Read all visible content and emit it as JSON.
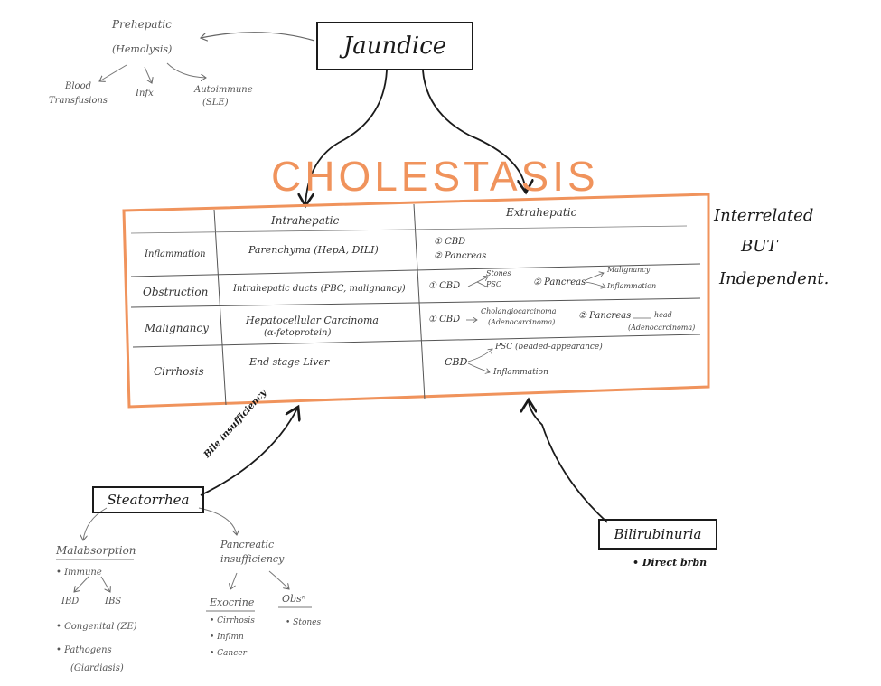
{
  "jaundice": {
    "label": "Jaundice",
    "prehepatic": {
      "title": "Prehepatic",
      "subtitle": "(Hemolysis)",
      "causes": [
        {
          "line1": "Blood",
          "line2": "Transfusions"
        },
        {
          "line1": "Infx",
          "line2": ""
        },
        {
          "line1": "Autoimmune",
          "line2": "(SLE)"
        }
      ]
    }
  },
  "cholestasis": {
    "title": "CHOLESTASIS",
    "columns": [
      "Intrahepatic",
      "Extrahepatic"
    ],
    "rows": [
      {
        "label": "Inflammation",
        "intra": "Parenchyma (HepA, DILI)",
        "extra_1": "① CBD",
        "extra_2": "② Pancreas"
      },
      {
        "label": "Obstruction",
        "intra": "Intrahepatic ducts (PBC, malignancy)",
        "extra_cbd": "① CBD",
        "extra_cbd_branch_1": "Stones",
        "extra_cbd_branch_2": "PSC",
        "extra_panc": "② Pancreas",
        "extra_panc_branch_1": "Malignancy",
        "extra_panc_branch_2": "Inflammation"
      },
      {
        "label": "Malignancy",
        "intra_1": "Hepatocellular Carcinoma",
        "intra_2": "(α-fetoprotein)",
        "extra_cbd": "① CBD",
        "extra_cbd_1": "Cholangiocarcinoma",
        "extra_cbd_2": "(Adenocarcinoma)",
        "extra_panc": "② Pancreas",
        "extra_panc_1": "head",
        "extra_panc_2": "(Adenocarcinoma)"
      },
      {
        "label": "Cirrhosis",
        "intra": "End stage Liver",
        "extra_cbd": "CBD",
        "extra_branch_1": "PSC (beaded-appearance)",
        "extra_branch_2": "Inflammation"
      }
    ],
    "side_note": [
      "Interrelated",
      "BUT",
      "Independent."
    ]
  },
  "steatorrhea": {
    "label": "Steatorrhea",
    "arrow_label": "Bile insufficiency",
    "malabsorption": {
      "title": "Malabsorption",
      "immune": "Immune",
      "immune_children": [
        "IBD",
        "IBS"
      ],
      "congenital": "Congenital (ZE)",
      "pathogens_1": "Pathogens",
      "pathogens_2": "(Giardiasis)"
    },
    "pancreatic": {
      "title_1": "Pancreatic",
      "title_2": "insufficiency",
      "exocrine": "Exocrine",
      "exocrine_items": [
        "Cirrhosis",
        "Inflmn",
        "Cancer"
      ],
      "obs": "Obsⁿ",
      "obs_items": [
        "Stones"
      ]
    }
  },
  "bilirubinuria": {
    "label": "Bilirubinuria",
    "note": "Direct brbn"
  },
  "colors": {
    "accent": "#f0935c",
    "ink": "#1a1a1a"
  }
}
